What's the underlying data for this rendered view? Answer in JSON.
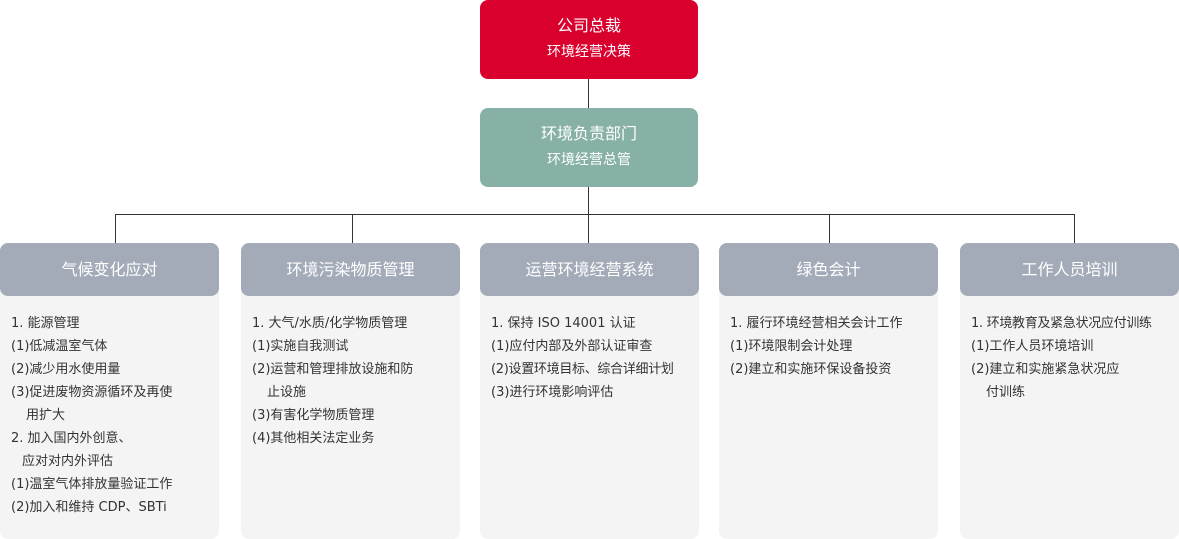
{
  "colors": {
    "top_box": "#d9002e",
    "middle_box": "#87b1a7",
    "column_header": "#a3aab8",
    "column_body": "#f4f4f5",
    "connector": "#333333"
  },
  "top_box": {
    "line1": "公司总裁",
    "line2": "环境经营决策"
  },
  "middle_box": {
    "line1": "环境负责部门",
    "line2": "环境经营总管"
  },
  "columns": [
    {
      "title": "气候变化应对",
      "lines": [
        "1. 能源管理",
        "(1)低减温室气体",
        "(2)减少用水使用量",
        "(3)促进废物资源循环及再使",
        "用扩大",
        "2. 加入国内外创意、",
        "应对对内外评估",
        "(1)温室气体排放量验证工作",
        "(2)加入和维持 CDP、SBTi"
      ]
    },
    {
      "title": "环境污染物质管理",
      "lines": [
        "1. 大气/水质/化学物质管理",
        "(1)实施自我测试",
        "(2)运营和管理排放设施和防",
        "止设施",
        "(3)有害化学物质管理",
        "(4)其他相关法定业务"
      ]
    },
    {
      "title": "运营环境经营系统",
      "lines": [
        "1. 保持 ISO 14001 认证",
        "(1)应付内部及外部认证审查",
        "(2)设置环境目标、综合详细计划",
        "(3)进行环境影响评估"
      ]
    },
    {
      "title": "绿色会计",
      "lines": [
        "1. 履行环境经营相关会计工作",
        "(1)环境限制会计处理",
        "(2)建立和实施环保设备投资"
      ]
    },
    {
      "title": "工作人员培训",
      "lines": [
        "1. 环境教育及紧急状况应付训练",
        "(1)工作人员环境培训",
        "(2)建立和实施紧急状况应",
        "付训练"
      ]
    }
  ]
}
